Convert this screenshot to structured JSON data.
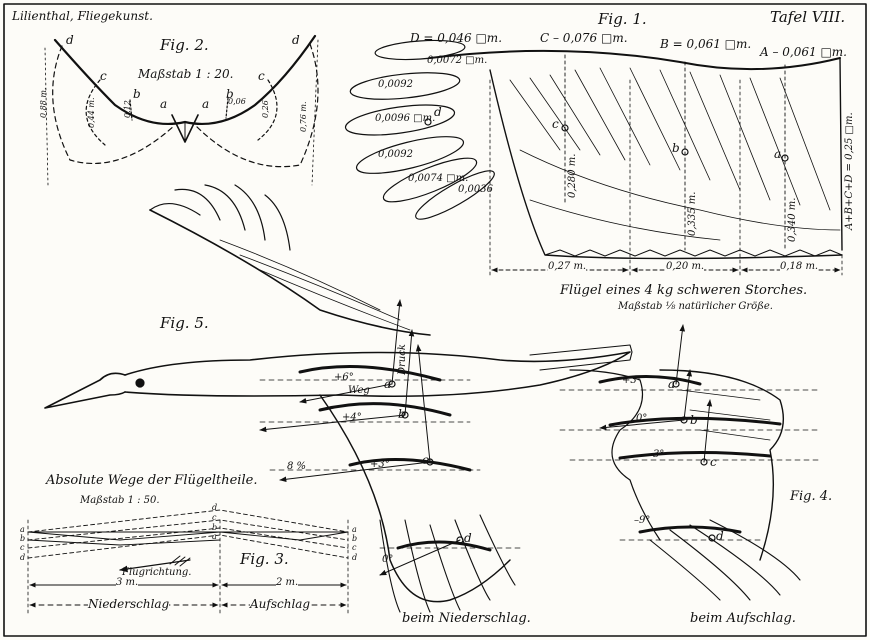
{
  "plate": {
    "source": "Lilienthal, Fliegekunst.",
    "number": "Tafel VIII."
  },
  "fig1": {
    "title": "Fig. 1.",
    "caption": "Flügel eines 4 kg schweren Storches.",
    "scale": "Maßstab ⅛ natürlicher Größe.",
    "area_D": "D = 0,046 □m.",
    "area_C": "C – 0,076 □m.",
    "area_B": "B = 0,061 □m.",
    "area_A": "A – 0,061 □m.",
    "sum": "A+B+C+D = 0,25 □m.",
    "feather_areas": [
      "0,0072 □m.",
      "0,0092",
      "0,0096 □m.",
      "0,0092",
      "0,0074 □m.",
      "0,0036"
    ],
    "len_c": "0,280 m.",
    "len_b": "0,335 m.",
    "len_a": "0,340 m.",
    "span_1": "0,27 m.",
    "span_2": "0,20 m.",
    "span_3": "0,18 m.",
    "pt_a": "a",
    "pt_b": "b",
    "pt_c": "c",
    "pt_d": "d"
  },
  "fig2": {
    "title": "Fig. 2.",
    "scale": "Maßstab 1 : 20.",
    "pt_a": "a",
    "pt_b": "b",
    "pt_c": "c",
    "pt_d": "d",
    "dims": [
      "0,88 m.",
      "0,44 m.",
      "0,12",
      "0,06",
      "0,26",
      "0,76 m."
    ]
  },
  "fig3": {
    "heading": "Absolute Wege der Flügeltheile.",
    "scale": "Maßstab 1 : 50.",
    "title": "Fig. 3.",
    "direction": "Flugrichtung.",
    "len_down": "3 m.",
    "len_up": "2 m.",
    "downstroke": "Niederschlag",
    "upstroke": "Aufschlag",
    "pts": [
      "a",
      "b",
      "c",
      "d"
    ]
  },
  "fig5": {
    "title": "Fig. 5.",
    "druck": "Druck",
    "weg": "Weg",
    "angles": [
      "+6°",
      "+4°",
      "+3°",
      "0°"
    ],
    "rise": "8 %",
    "caption": "beim Niederschlag.",
    "pts": [
      "a",
      "b",
      "c",
      "d"
    ]
  },
  "fig4": {
    "title": "Fig. 4.",
    "angles": [
      "+3°",
      "0°",
      "–3°",
      "–9°"
    ],
    "caption": "beim Aufschlag.",
    "pts": [
      "a",
      "b",
      "c",
      "d"
    ]
  }
}
